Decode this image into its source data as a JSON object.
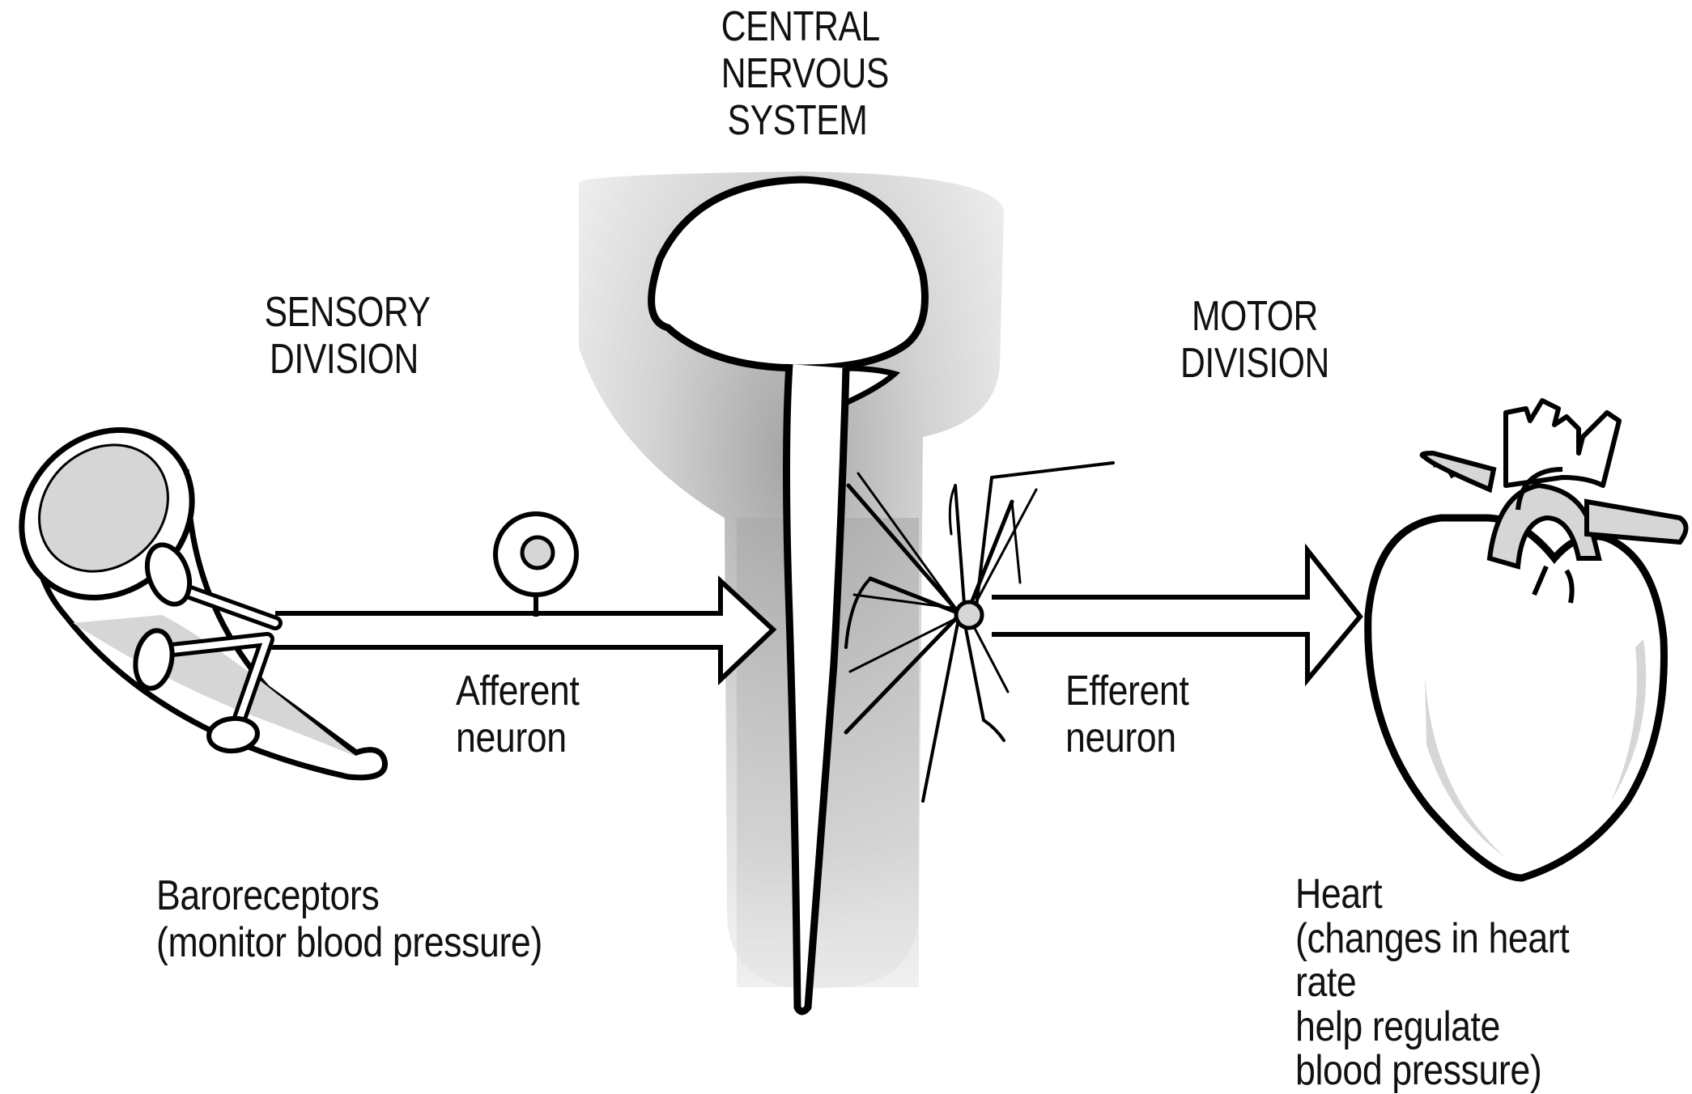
{
  "labels": {
    "cns": "CENTRAL\nNERVOUS\nSYSTEM",
    "sensory": "SENSORY\nDIVISION",
    "motor": "MOTOR\nDIVISION",
    "afferent": "Afferent\nneuron",
    "efferent": "Efferent\nneuron",
    "baroreceptors": "Baroreceptors\n(monitor blood pressure)",
    "heart": "Heart\n(changes in heart rate\nhelp regulate\nblood pressure)"
  },
  "colors": {
    "outline": "#000000",
    "cns_shading": "#cfcfcf",
    "fill_gray": "#d6d6d6",
    "background": "#ffffff"
  },
  "icons": [
    "blood-vessel-icon",
    "baroreceptor-icon",
    "spinal-cord-icon",
    "brain-icon",
    "motor-neuron-icon",
    "heart-icon"
  ]
}
